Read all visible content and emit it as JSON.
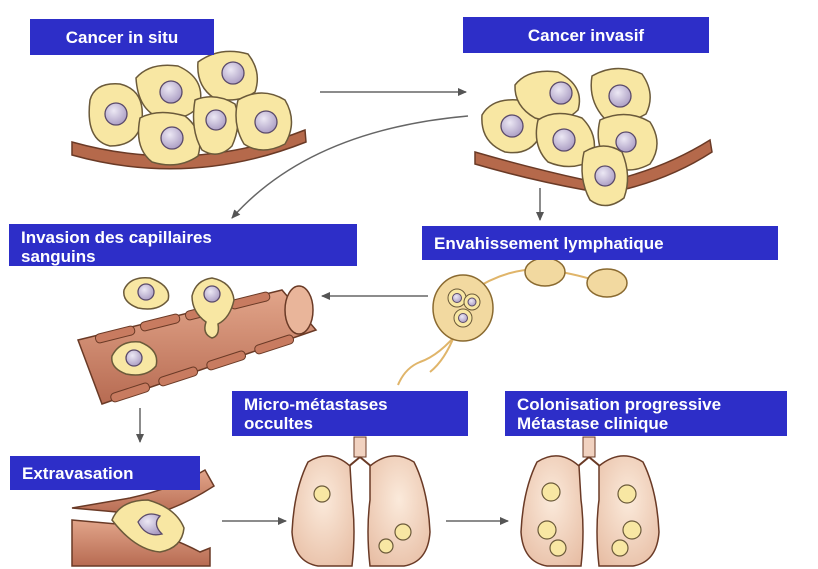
{
  "labels": {
    "cancer_in_situ": "Cancer in situ",
    "cancer_invasif": "Cancer invasif",
    "invasion_capillaires": "Invasion des capillaires\nsanguins",
    "envahissement_lymphatique": "Envahissement lymphatique",
    "micro_metastases": "Micro-métastases\noccultes",
    "colonisation": "Colonisation progressive\nMétastase clinique",
    "extravasation": "Extravasation"
  },
  "colors": {
    "label_bg": "#2d2ec8",
    "label_text": "#ffffff",
    "cell_fill": "#f8e7a3",
    "nucleus_fill": "#c7bfd9",
    "membrane": "#b8694a",
    "vessel": "#c8806a",
    "lung": "#f6dcc8",
    "arrow": "#666666"
  }
}
